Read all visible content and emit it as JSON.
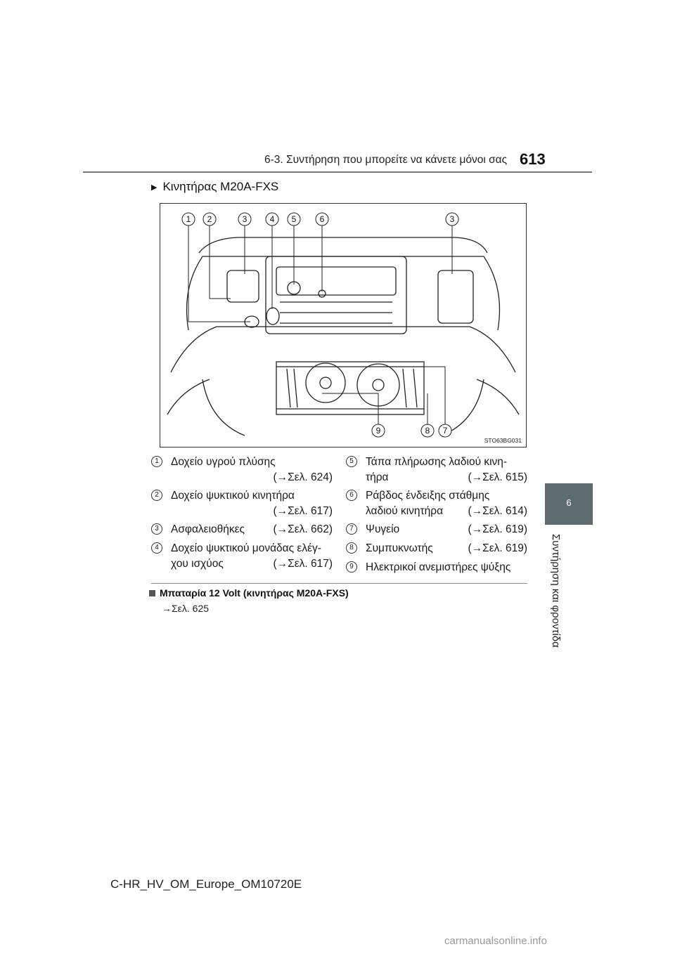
{
  "header": {
    "title": "6-3. Συντήρηση που μπορείτε να κάνετε μόνοι σας",
    "page_number": "613"
  },
  "side_tab": {
    "number": "6",
    "label": "Συντήρηση και φροντίδα"
  },
  "section": {
    "heading": "Κινητήρας M20A-FXS"
  },
  "figure": {
    "code": "STO63BG031",
    "callouts_top": [
      "1",
      "2",
      "3",
      "4",
      "5",
      "6",
      "3"
    ],
    "callouts_bottom": [
      "9",
      "8",
      "7"
    ]
  },
  "legend": {
    "left": [
      {
        "num": "1",
        "line1": "Δοχείο υγρού πλύσης",
        "ref": "(→Σελ. 624)"
      },
      {
        "num": "2",
        "line1": "Δοχείο ψυκτικού κινητήρα",
        "ref": "(→Σελ. 617)"
      },
      {
        "num": "3",
        "line1": "Ασφαλειοθήκες",
        "ref": "(→Σελ. 662)"
      },
      {
        "num": "4",
        "line1": "Δοχείο ψυκτικού μονάδας ελέγ-",
        "line2": "χου ισχύος",
        "ref": "(→Σελ. 617)"
      }
    ],
    "right": [
      {
        "num": "5",
        "line1": "Τάπα πλήρωσης λαδιού κινη-",
        "line2": "τήρα",
        "ref": "(→Σελ. 615)"
      },
      {
        "num": "6",
        "line1": "Ράβδος ένδειξης στάθμης",
        "line2": "λαδιού κινητήρα",
        "ref": "(→Σελ. 614)"
      },
      {
        "num": "7",
        "line1": "Ψυγείο",
        "ref": "(→Σελ. 619)"
      },
      {
        "num": "8",
        "line1": "Συμπυκνωτής",
        "ref": "(→Σελ. 619)"
      },
      {
        "num": "9",
        "line1": "Ηλεκτρικοί ανεμιστήρες ψύξης"
      }
    ]
  },
  "subsection": {
    "title": "Μπαταρία 12 Volt (κινητήρας M20A-FXS)",
    "ref": "→Σελ. 625"
  },
  "footer": {
    "doc_id": "C-HR_HV_OM_Europe_OM10720E"
  },
  "watermark": "carmanualsonline.info"
}
